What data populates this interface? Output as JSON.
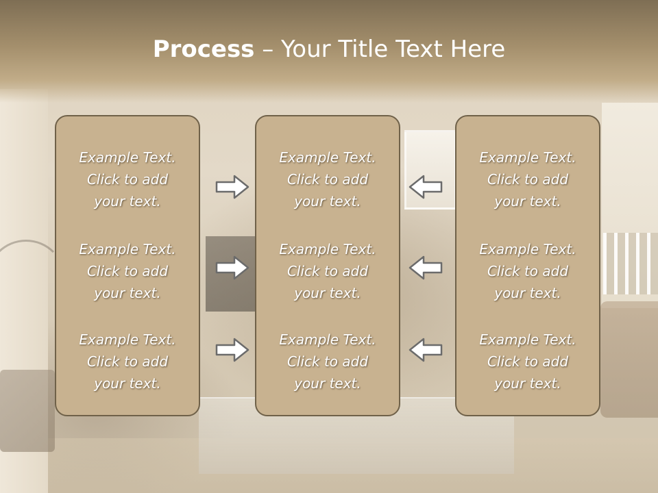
{
  "title": {
    "bold": "Process",
    "rest": " – Your Title Text Here"
  },
  "columns": [
    {
      "items": [
        {
          "line1": "Example Text.",
          "line2": "Click  to add",
          "line3": "your text."
        },
        {
          "line1": "Example Text.",
          "line2": "Click  to add",
          "line3": "your text."
        },
        {
          "line1": "Example Text.",
          "line2": "Click  to add",
          "line3": "your text."
        }
      ]
    },
    {
      "items": [
        {
          "line1": "Example Text.",
          "line2": "Click  to add",
          "line3": "your text."
        },
        {
          "line1": "Example Text.",
          "line2": "Click  to add",
          "line3": "your text."
        },
        {
          "line1": "Example Text.",
          "line2": "Click  to add",
          "line3": "your text."
        }
      ]
    },
    {
      "items": [
        {
          "line1": "Example Text.",
          "line2": "Click  to add",
          "line3": "your text."
        },
        {
          "line1": "Example Text.",
          "line2": "Click  to add",
          "line3": "your text."
        },
        {
          "line1": "Example Text.",
          "line2": "Click  to add",
          "line3": "your text."
        }
      ]
    }
  ],
  "arrows": {
    "left_group": "arrow-right-icon",
    "right_group": "arrow-left-icon"
  },
  "colors": {
    "box_fill": "#c8b290",
    "box_border": "#6f6149",
    "title_band": "#9a8664",
    "arrow_fill": "#ffffff",
    "arrow_stroke": "#6b6b6b"
  }
}
